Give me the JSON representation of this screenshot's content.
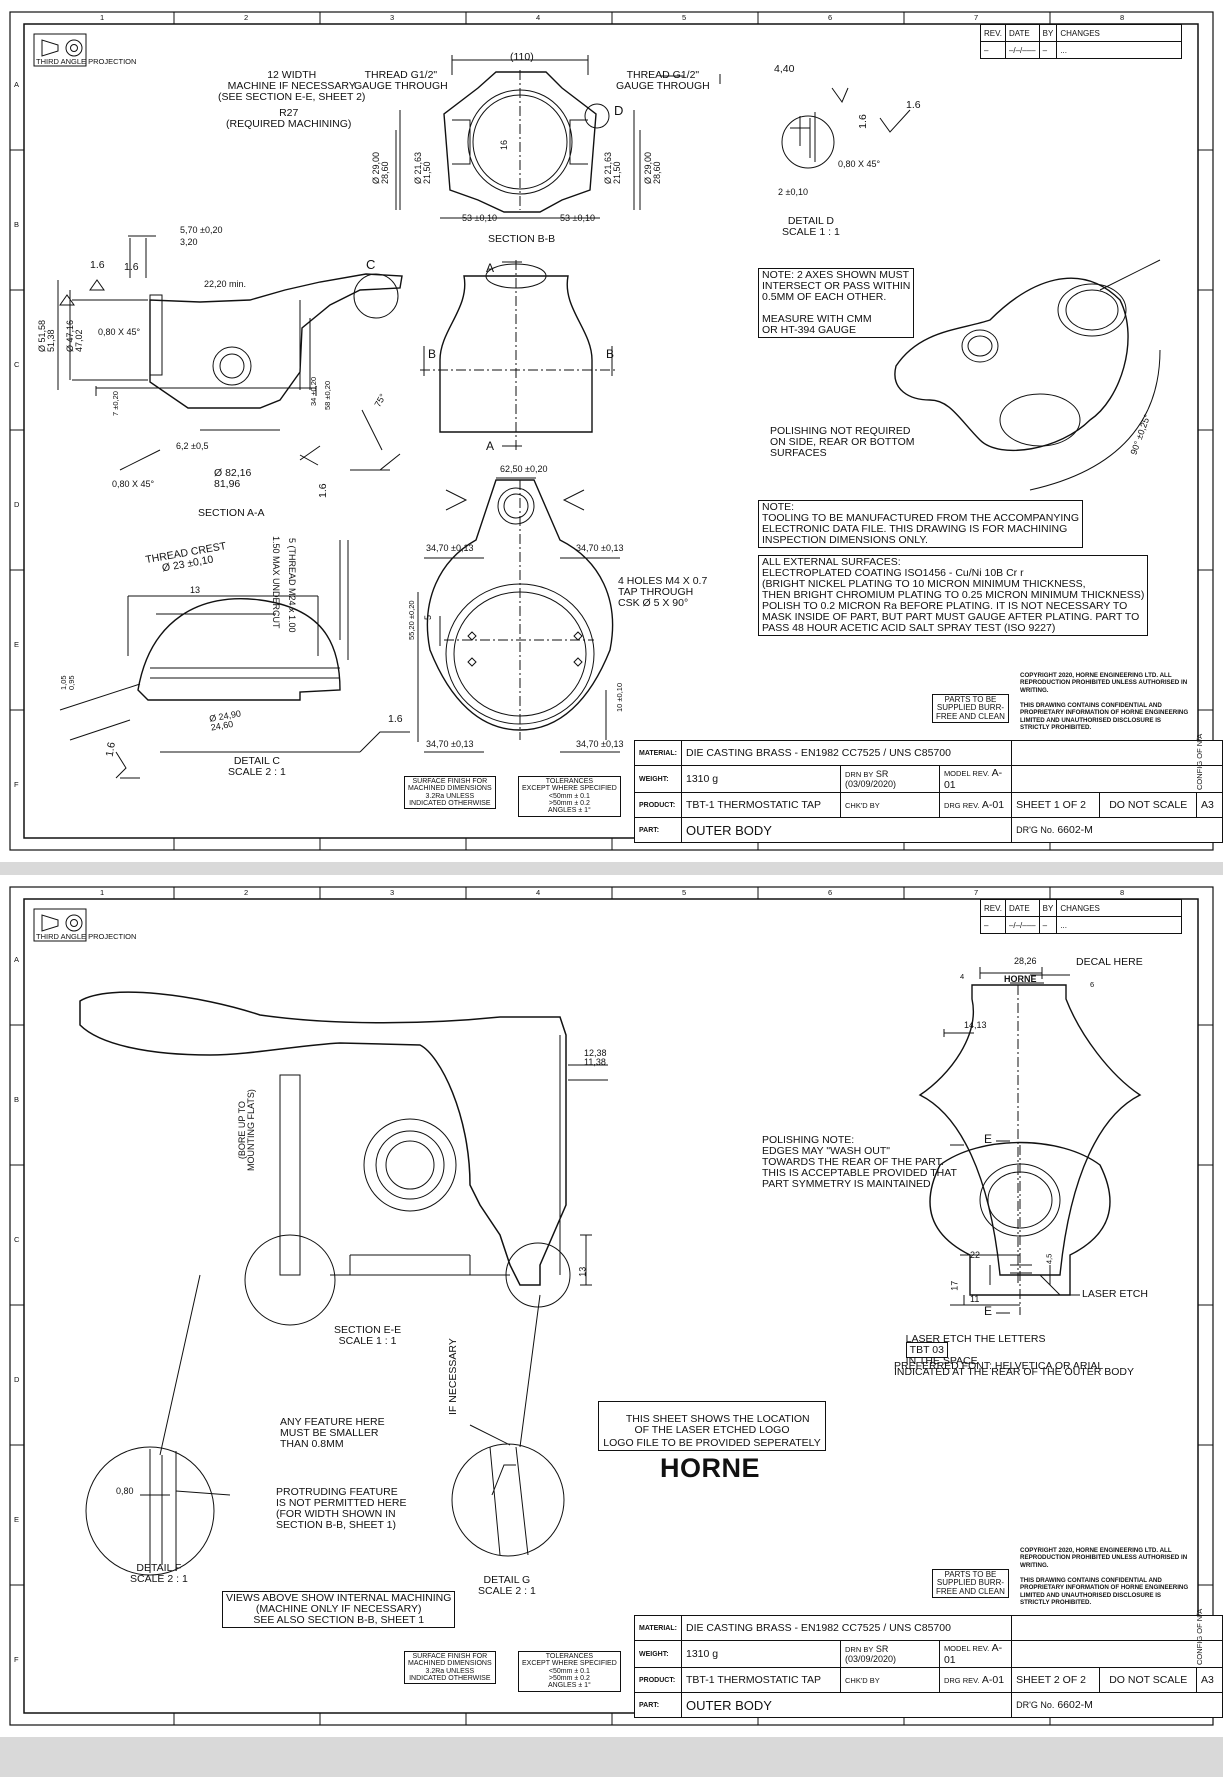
{
  "common": {
    "projection_label": "THIRD ANGLE PROJECTION",
    "rev_headers": [
      "REV.",
      "DATE",
      "BY",
      "CHANGES"
    ],
    "rev_row": [
      "–",
      "–/–/–––",
      "–",
      "..."
    ],
    "zone_numbers": [
      "1",
      "2",
      "3",
      "4",
      "5",
      "6",
      "7",
      "8"
    ],
    "zone_letters": [
      "A",
      "B",
      "C",
      "D",
      "E",
      "F"
    ],
    "copyright_1": "COPYRIGHT 2020, HORNE ENGINEERING LTD. ALL REPRODUCTION PROHIBITED UNLESS AUTHORISED IN WRITING.",
    "copyright_2": "THIS DRAWING CONTAINS CONFIDENTIAL AND PROPRIETARY INFORMATION OF HORNE ENGINEERING LIMITED AND UNAUTHORISED DISCLOSURE IS STRICTLY PROHIBITED.",
    "parts_note": "PARTS TO BE\nSUPPLIED BURR-\nFREE AND CLEAN",
    "surface_note": "SURFACE FINISH FOR\nMACHINED DIMENSIONS\n3.2Ra UNLESS\nINDICATED OTHERWISE",
    "tolerance_note": "TOLERANCES\nEXCEPT WHERE SPECIFIED\n<50mm ± 0.1\n>50mm ± 0.2\nANGLES ± 1°",
    "title_block": {
      "material_label": "MATERIAL:",
      "material": "DIE CASTING BRASS - EN1982 CC7525 / UNS C85700",
      "weight_label": "WEIGHT:",
      "weight": "1310 g",
      "product_label": "PRODUCT:",
      "product": "TBT-1 THERMOSTATIC TAP",
      "part_label": "PART:",
      "part": "OUTER BODY",
      "drn_label": "DRN BY",
      "drn": "SR (03/09/2020)",
      "chkd_label": "CHK'D BY",
      "model_rev_label": "MODEL REV.",
      "model_rev": "A-01",
      "drg_rev_label": "DRG REV.",
      "drg_rev": "A-01",
      "do_not_scale": "DO NOT SCALE",
      "size": "A3",
      "drg_no_label": "DR'G No.",
      "drg_no": "6602-M",
      "config": "CONFIG OF N/A"
    }
  },
  "sheet1": {
    "sheet_label": "SHEET 1 OF 2",
    "section_bb": {
      "title": "SECTION B-B",
      "width": "(110)",
      "thread_left": "THREAD G1/2\"\nGAUGE THROUGH",
      "thread_right": "THREAD G1/2\"\nGAUGE THROUGH",
      "width12": "12 WIDTH\nMACHINE IF NECESSARY\n(SEE SECTION E-E, SHEET 2)",
      "r27": "R27\n(REQUIRED MACHINING)",
      "d_left_1": "Ø 29,00\n28,60",
      "d_left_2": "Ø 21,63\n21,50",
      "d_right_1": "Ø 21,63\n21,50",
      "d_right_2": "Ø 29,00\n28,60",
      "dim16": "16",
      "dim53l": "53 ±0,10",
      "dim53r": "53 ±0,10",
      "detail_ref": "D"
    },
    "detail_d": {
      "title": "DETAIL D\nSCALE 1 : 1",
      "d440": "4,40",
      "d16a": "1.6",
      "d16b": "1.6",
      "chamfer": "0,80 X 45°",
      "d2": "2 ±0,10"
    },
    "section_aa": {
      "title": "SECTION A-A",
      "d570": "5,70 ±0,20",
      "d320": "3,20",
      "r16a": "1.6",
      "r16b": "1.6",
      "d2220": "22,20 min.",
      "detail_ref": "C",
      "d5158": "Ø 51,58\n51,38",
      "d4716": "Ø 47,16\n47,02",
      "chamfer1": "0,80 X 45°",
      "d7": "7 ±0,20",
      "d34": "34 ±0,20",
      "d58": "58 ±0,20",
      "d75": "75°",
      "d62": "6,2 ±0,5",
      "chamfer2": "0,80 X 45°",
      "d8216": "Ø 82,16\n81,96",
      "r16c": "1.6"
    },
    "section_arrows": {
      "a1": "A",
      "a2": "A",
      "b1": "B",
      "b2": "B"
    },
    "axes_note": "NOTE: 2 AXES SHOWN MUST\nINTERSECT OR PASS WITHIN\n0.5MM OF EACH OTHER.\n\nMEASURE WITH CMM\nOR HT-394 GAUGE",
    "polishing_note": "POLISHING NOT REQUIRED\nON SIDE, REAR OR BOTTOM\nSURFACES",
    "angle_note": "90° ±0,25°",
    "tooling_note": "NOTE:\nTOOLING TO BE MANUFACTURED FROM THE ACCOMPANYING\nELECTRONIC DATA FILE. THIS DRAWING IS FOR MACHINING\nINSPECTION DIMENSIONS ONLY.",
    "surfaces_note": "ALL EXTERNAL SURFACES:\nELECTROPLATED COATING ISO1456 - Cu/Ni 10B Cr r\n(BRIGHT NICKEL PLATING TO 10 MICRON MINIMUM THICKNESS,\nTHEN BRIGHT CHROMIUM PLATING TO 0.25 MICRON MINIMUM THICKNESS)\nPOLISH TO 0.2 MICRON Ra BEFORE PLATING. IT IS NOT NECESSARY TO\nMASK INSIDE OF PART, BUT PART MUST GAUGE AFTER PLATING. PART TO\nPASS 48 HOUR ACETIC ACID SALT SPRAY TEST (ISO 9227)",
    "bottom_view": {
      "d6250": "62,50 ±0,20",
      "d3470a": "34,70 ±0,13",
      "d3470b": "34,70 ±0,13",
      "d3470c": "34,70 ±0,13",
      "d3470d": "34,70 ±0,13",
      "d5520": "55,20 ±0,20",
      "d5": "5",
      "d10": "10 ±0,10",
      "holes": "4 HOLES M4 X 0.7\nTAP THROUGH\nCSK Ø 5 X 90°",
      "r16": "1.6"
    },
    "detail_c": {
      "title": "DETAIL C\nSCALE 2 : 1",
      "crest": "THREAD CREST\nØ 23 ±0,10",
      "d13": "13",
      "thread": "5 (THREAD M24 x 1.00",
      "undercut": "1.50 MAX UNDERCUT",
      "d105": "1,05\n0,95",
      "d2490": "Ø 24,90\n24,60",
      "r16": "1.6"
    }
  },
  "sheet2": {
    "sheet_label": "SHEET 2 OF 2",
    "section_ee": {
      "title": "SECTION E-E\nSCALE 1 : 1",
      "bore": "(BORE UP TO\nMOUNTING FLATS)",
      "d1238": "12,38\n11,38",
      "d13": "13"
    },
    "detail_f": {
      "title": "DETAIL F\nSCALE 2 : 1",
      "note": "ANY FEATURE HERE\nMUST BE SMALLER\nTHAN 0.8MM",
      "d080": "0,80"
    },
    "detail_g": {
      "title": "DETAIL G\nSCALE 2 : 1",
      "if_necessary": "IF NECESSARY",
      "protruding": "PROTRUDING FEATURE\nIS NOT PERMITTED HERE\n(FOR WIDTH SHOWN IN\nSECTION B-B, SHEET 1)"
    },
    "views_note": "VIEWS ABOVE SHOW INTERNAL MACHINING\n(MACHINE ONLY IF NECESSARY)\nSEE ALSO SECTION B-B, SHEET 1",
    "logo_note_1": "THIS SHEET SHOWS THE LOCATION\nOF THE LASER ETCHED LOGO",
    "logo_note_2": "LOGO FILE TO BE PROVIDED SEPERATELY",
    "logo": "HORNE",
    "top_view": {
      "d2826": "28,26",
      "decal": "DECAL HERE",
      "mark": "HORNE",
      "d4": "4",
      "d6": "6",
      "d1413": "14,13"
    },
    "polishing_note": "POLISHING NOTE:\nEDGES MAY \"WASH OUT\"\nTOWARDS THE REAR OF THE PART.\nTHIS IS ACCEPTABLE PROVIDED THAT\nPART SYMMETRY IS MAINTAINED",
    "front_view": {
      "e1": "E",
      "e2": "E",
      "d22": "22",
      "d17": "17",
      "d11": "11",
      "d45": "4,5",
      "laser": "LASER ETCH"
    },
    "laser_note_pre": "LASER ETCH THE LETTERS",
    "laser_code": "TBT 03",
    "laser_note_post": "IN THE SPACE\nINDICATED AT THE REAR OF THE OUTER BODY",
    "font_note": "PREFERRED FONT: HELVETICA OR ARIAL"
  }
}
